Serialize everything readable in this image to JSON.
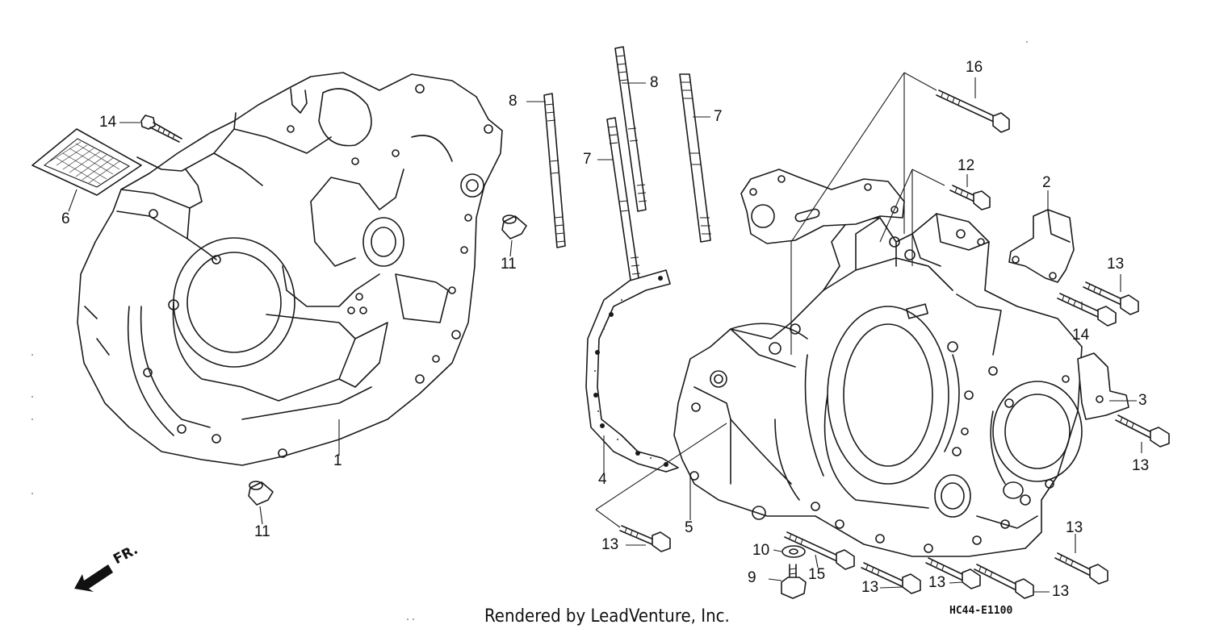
{
  "diagram": {
    "callouts": {
      "c1": "1",
      "c2": "2",
      "c3": "3",
      "c4": "4",
      "c5": "5",
      "c6": "6",
      "c7a": "7",
      "c7b": "7",
      "c8a": "8",
      "c8b": "8",
      "c9": "9",
      "c10": "10",
      "c11a": "11",
      "c11b": "11",
      "c12": "12",
      "c13a": "13",
      "c13b": "13",
      "c13c": "13",
      "c13d": "13",
      "c13e": "13",
      "c13f": "13",
      "c13g": "13",
      "c14a": "14",
      "c14b": "14",
      "c15": "15",
      "c16": "16"
    },
    "direction_label": "FR.",
    "diagram_code": "HC44-E1100",
    "footer_text": "Rendered by LeadVenture, Inc."
  }
}
